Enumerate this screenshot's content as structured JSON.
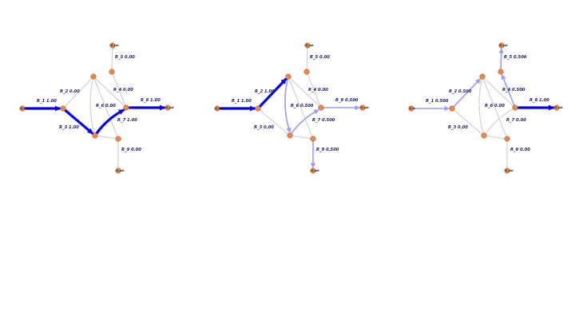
{
  "colors": {
    "thick_edge": "#0000ee",
    "light_edge": "#9999ff",
    "inactive_edge": "#cccccc",
    "node_fill": "#e8874a",
    "node_stroke": "#a85a2a",
    "label": "#1a1a66"
  },
  "node_text": {
    "source": "A_in",
    "sink": "O_out"
  },
  "panels": [
    {
      "id": "panel-1",
      "edges": [
        {
          "id": "R_1",
          "label": "R_1 1.00",
          "level": "thick"
        },
        {
          "id": "R_2",
          "label": "R_2 0.00",
          "level": "none"
        },
        {
          "id": "R_3",
          "label": "R_3 1.00",
          "level": "thick"
        },
        {
          "id": "R_4",
          "label": "R_4 0.00",
          "level": "none"
        },
        {
          "id": "R_5",
          "label": "R_5 0.00",
          "level": "none"
        },
        {
          "id": "R_6",
          "label": "R_6 0.00",
          "level": "none"
        },
        {
          "id": "R_7",
          "label": "R_7 1.00",
          "level": "thick"
        },
        {
          "id": "R_8",
          "label": "R_8 1.00",
          "level": "thick"
        },
        {
          "id": "R_9",
          "label": "R_9 0.00",
          "level": "none"
        }
      ]
    },
    {
      "id": "panel-2",
      "edges": [
        {
          "id": "R_1",
          "label": "R_1 1.00",
          "level": "thick"
        },
        {
          "id": "R_2",
          "label": "R_2 1.00",
          "level": "thick"
        },
        {
          "id": "R_3",
          "label": "R_3 0.00",
          "level": "none"
        },
        {
          "id": "R_4",
          "label": "R_4 0.00",
          "level": "none"
        },
        {
          "id": "R_5",
          "label": "R_5 0.00",
          "level": "none"
        },
        {
          "id": "R_6",
          "label": "R_6 0.500",
          "level": "light"
        },
        {
          "id": "R_7",
          "label": "R_7 0.500",
          "level": "light"
        },
        {
          "id": "R_8",
          "label": "R_8 0.500",
          "level": "light"
        },
        {
          "id": "R_9",
          "label": "R_9 0.500",
          "level": "light"
        }
      ]
    },
    {
      "id": "panel-3",
      "edges": [
        {
          "id": "R_1",
          "label": "R_1 0.500",
          "level": "light"
        },
        {
          "id": "R_2",
          "label": "R_2 0.500",
          "level": "light"
        },
        {
          "id": "R_3",
          "label": "R_3 0.00",
          "level": "none"
        },
        {
          "id": "R_4",
          "label": "R_4 0.500",
          "level": "light"
        },
        {
          "id": "R_5",
          "label": "R_5 0.500",
          "level": "light"
        },
        {
          "id": "R_6",
          "label": "R_6 0.00",
          "level": "none"
        },
        {
          "id": "R_7",
          "label": "R_7 0.00",
          "level": "none"
        },
        {
          "id": "R_8",
          "label": "R_8 1.00",
          "level": "thick"
        },
        {
          "id": "R_9",
          "label": "R_9 0.00",
          "level": "none"
        }
      ]
    }
  ]
}
